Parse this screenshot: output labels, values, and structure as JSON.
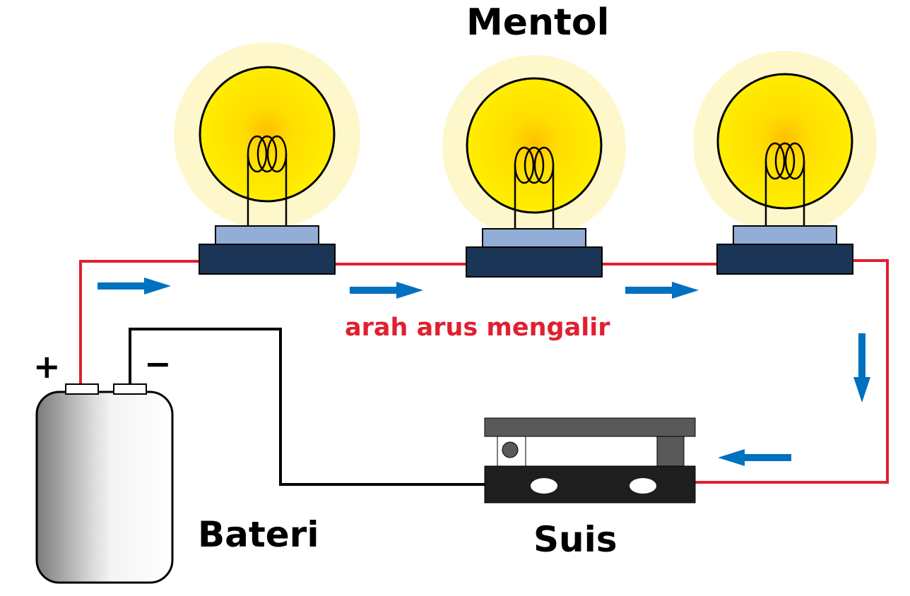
{
  "title": "Mentol",
  "labels": {
    "battery": "Bateri",
    "switch": "Suis",
    "current_direction": "arah arus mengalir",
    "positive_terminal": "+",
    "negative_terminal": "−"
  },
  "components": {
    "bulb_count": 3,
    "bulb_names": [
      "bulb-1",
      "bulb-2",
      "bulb-3"
    ],
    "arrow_directions": [
      "right",
      "right",
      "right",
      "down",
      "left"
    ]
  },
  "colors": {
    "wire_positive": "#e02030",
    "wire_return": "#000000",
    "arrow": "#0070c0",
    "bulb_glass": "#ffee00",
    "bulb_halo": "#fff7cc",
    "bulb_cap": "#93aed6",
    "bulb_base": "#1a3556",
    "switch_body": "#1e1e1e",
    "switch_lever": "#555555",
    "battery_body": "#9a9a9a"
  }
}
